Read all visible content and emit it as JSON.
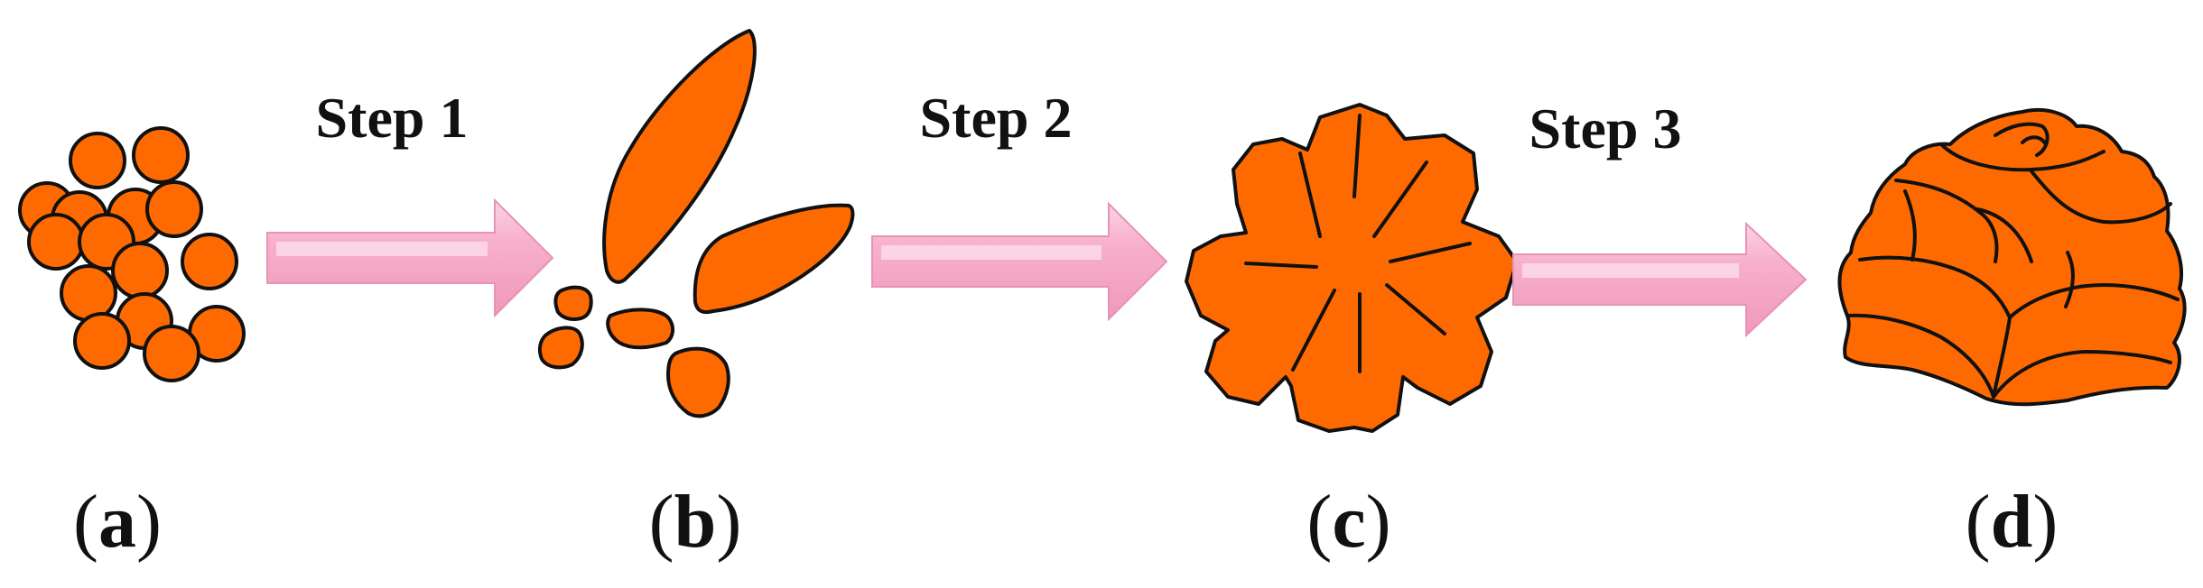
{
  "steps": [
    {
      "label": "Step 1"
    },
    {
      "label": "Step 2"
    },
    {
      "label": "Step 3"
    }
  ],
  "panels": [
    {
      "open": "(",
      "letter": "a",
      "close": ")"
    },
    {
      "open": "(",
      "letter": "b",
      "close": ")"
    },
    {
      "open": "(",
      "letter": "c",
      "close": ")"
    },
    {
      "open": "(",
      "letter": "d",
      "close": ")"
    }
  ],
  "colors": {
    "shape_fill": "#ff6a00",
    "outline": "#111111",
    "arrow_fill": "#f7a9c9",
    "arrow_highlight": "#fde3ee",
    "arrow_shadow": "#e58fb2"
  }
}
